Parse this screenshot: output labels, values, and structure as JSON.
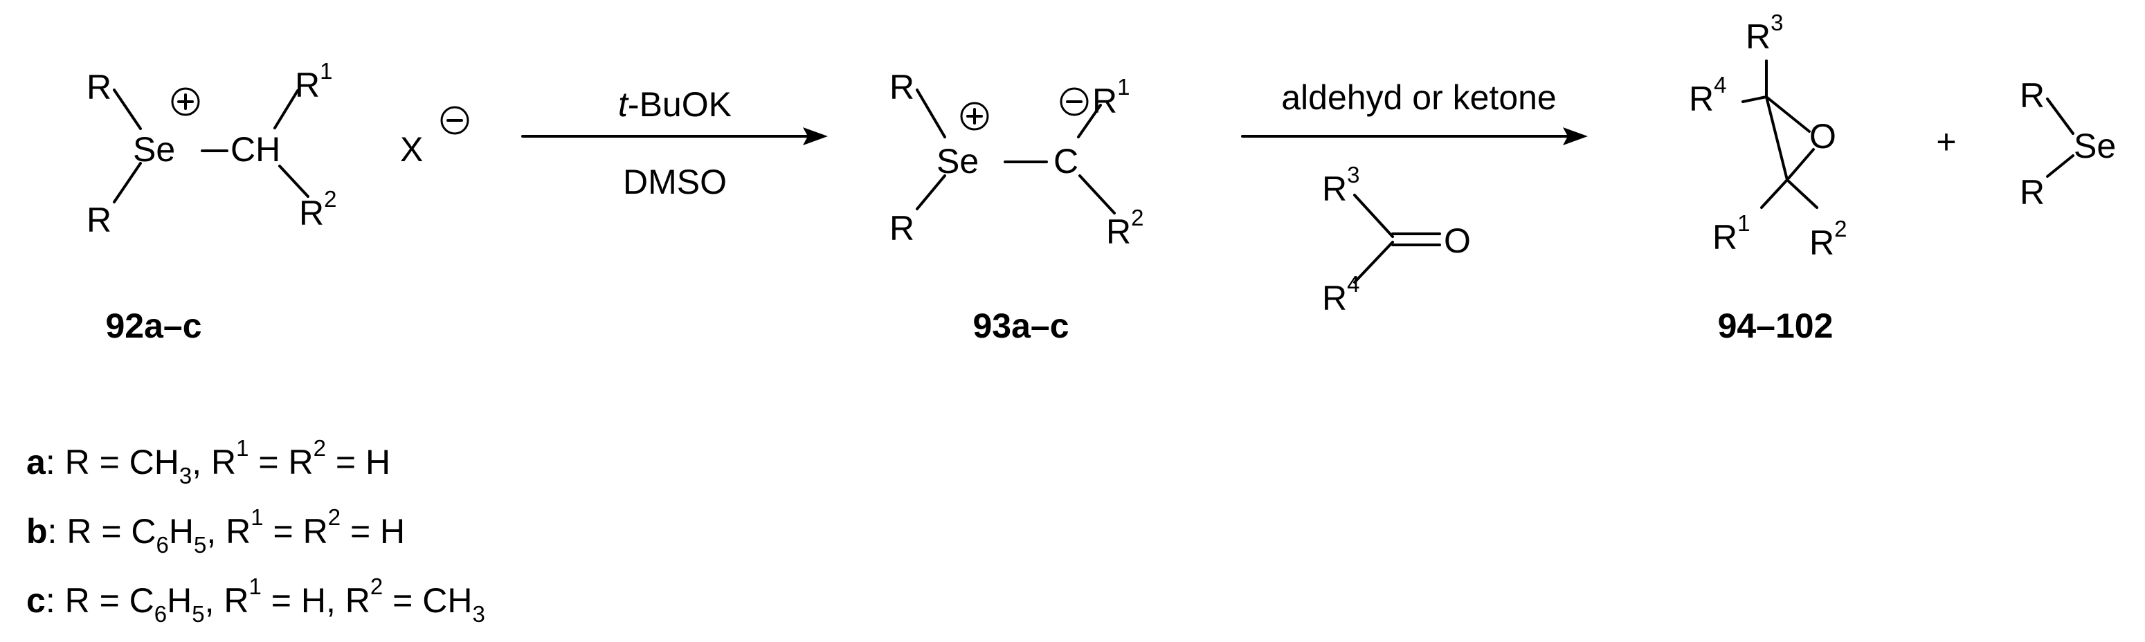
{
  "reagent": {
    "base": "t-BuOK",
    "base_italic_prefix": "t",
    "base_rest": "-BuOK",
    "solvent": "DMSO",
    "carbonyl_label": "aldehyd or ketone"
  },
  "atoms": {
    "R": "R",
    "R1": "1",
    "R2": "2",
    "R3": "3",
    "R4": "4",
    "Se": "Se",
    "CH": "CH",
    "C": "C",
    "O": "O",
    "X": "X",
    "plus_sign": "+",
    "minus_sign": "−"
  },
  "compounds": {
    "c92": "92a–c",
    "c93": "93a–c",
    "c94": "94–102"
  },
  "legend": {
    "a_key": "a",
    "a_text": [
      ": R = CH",
      "3",
      ", R",
      "1",
      " = R",
      "2",
      " = H"
    ],
    "b_key": "b",
    "b_text": [
      ": R = C",
      "6",
      "H",
      "5",
      ", R",
      "1",
      " = R",
      "2",
      " = H"
    ],
    "c_key": "c",
    "c_text": [
      ": R = C",
      "6",
      "H",
      "5",
      ", R",
      "1",
      " = H, R",
      "2",
      " = CH",
      "3"
    ]
  }
}
